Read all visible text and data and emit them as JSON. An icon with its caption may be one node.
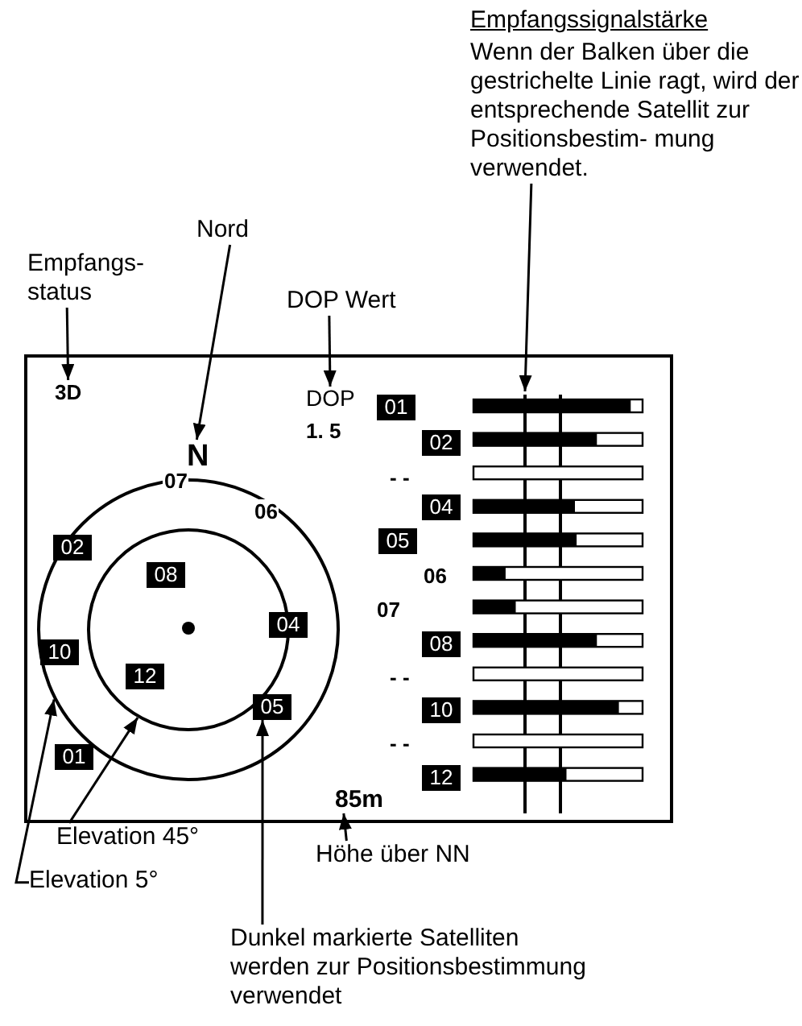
{
  "diagram": {
    "nodes": [
      {
        "text": [
          "Empfangs- status"
        ]
      },
      {
        "text": [
          "Nord"
        ]
      },
      {
        "text": [
          "DOP Wert"
        ]
      },
      {
        "text": [
          "Empfangssignalstärke",
          "Wenn der Balken über die gestrichelte Linie ragt, wird der entsprechende Satellit zur Positionsbestim- mung verwendet."
        ]
      },
      {
        "text": [],
        "shape": "box"
      },
      {
        "text": [
          "3D"
        ],
        "in": 4
      },
      {
        "text": [
          "DOP",
          "1. 5"
        ],
        "in": 4
      },
      {
        "text": [
          "N"
        ],
        "in": 4
      },
      {
        "text": [],
        "shape": "circle",
        "in": 4
      },
      {
        "text": [],
        "shape": "circle",
        "in": 8
      },
      {
        "text": [
          "02"
        ],
        "in": 8
      },
      {
        "text": [
          "08"
        ],
        "in": 9
      },
      {
        "text": [
          "10"
        ],
        "in": 8
      },
      {
        "text": [
          "04"
        ],
        "in": 8
      },
      {
        "text": [
          "12"
        ],
        "in": 9
      },
      {
        "text": [
          "05"
        ],
        "in": 8
      },
      {
        "text": [
          "01"
        ],
        "in": 4
      },
      {
        "text": [
          "01"
        ],
        "in": 4
      },
      {
        "text": [
          "02"
        ],
        "in": 4
      },
      {
        "text": [
          "04"
        ],
        "in": 4
      },
      {
        "text": [
          "05"
        ],
        "in": 4
      },
      {
        "text": [
          "08"
        ],
        "in": 4
      },
      {
        "text": [
          "10"
        ],
        "in": 4
      },
      {
        "text": [
          "12"
        ],
        "in": 4
      },
      {
        "text": [],
        "shape": "bar",
        "in": 4
      },
      {
        "text": [
          "85m"
        ],
        "in": 4
      },
      {
        "text": [
          "Elevation 45°"
        ]
      },
      {
        "text": [
          "Elevation 5°"
        ]
      },
      {
        "text": [
          "Höhe über NN"
        ]
      },
      {
        "text": [
          "Dunkel markierte Satelliten werden zur Positionsbestimmung verwendet"
        ]
      }
    ],
    "edges": [
      {
        "from": 0,
        "to": 5,
        "arrow": "to"
      },
      {
        "from": 1,
        "to": 7,
        "arrow": "to"
      },
      {
        "from": 2,
        "to": 6,
        "arrow": "to"
      },
      {
        "from": 3,
        "to": 24,
        "arrow": "to"
      },
      {
        "from": 26,
        "to": 9,
        "arrow": "to"
      },
      {
        "from": 27,
        "to": 8,
        "arrow": "to"
      },
      {
        "from": 28,
        "to": 25,
        "arrow": "to"
      },
      {
        "from": 29,
        "to": 15,
        "arrow": "to"
      }
    ],
    "labels": [
      "07",
      "06",
      "- -",
      "06",
      "07",
      "- -",
      "- -"
    ]
  }
}
